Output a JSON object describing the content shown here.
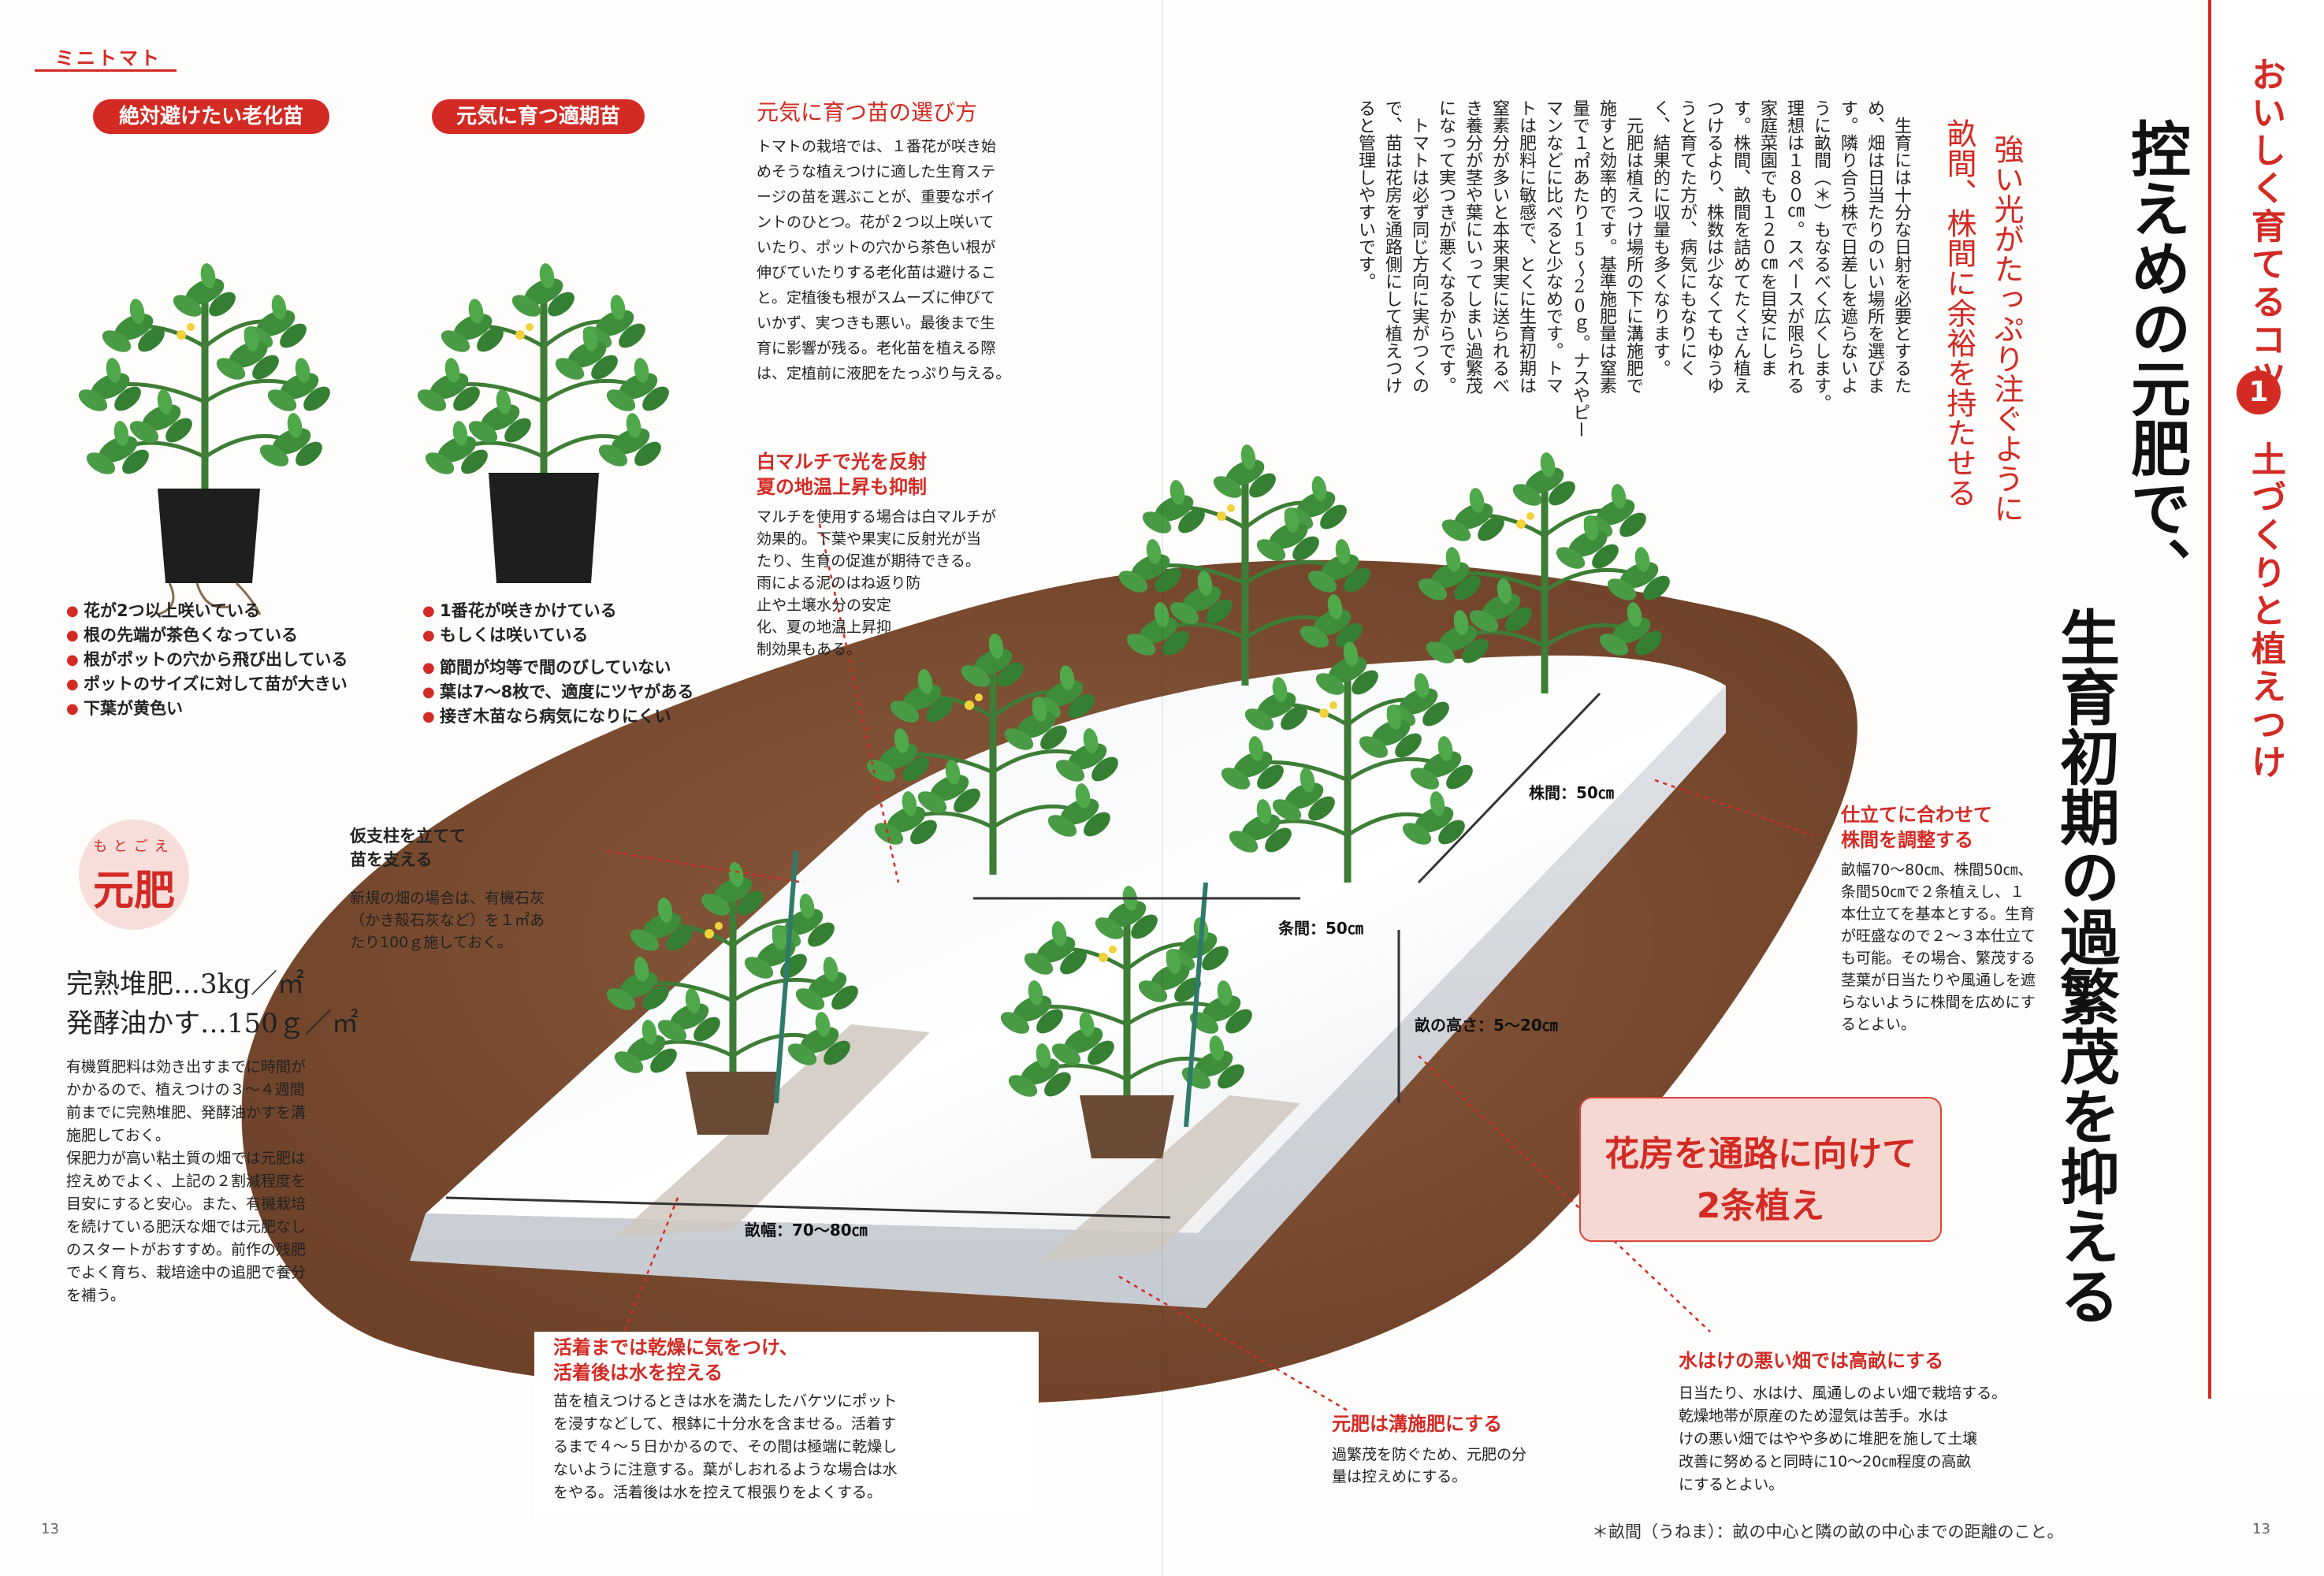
{
  "header": {
    "section_label": "ミニトマト"
  },
  "seedlings": {
    "bad_title": "絶対避けたい老化苗",
    "good_title": "元気に育つ適期苗",
    "bad_points": [
      "花が2つ以上咲いている",
      "根の先端が茶色くなっている",
      "根がポットの穴から飛び出している",
      "ポットのサイズに対して苗が大きい",
      "下葉が黄色い"
    ],
    "good_points": [
      "1番花が咲きかけている",
      "もしくは咲いている",
      "節間が均等で間のびしていない",
      "葉は7〜8枚で、適度にツヤがある",
      "接ぎ木苗なら病気になりにくい"
    ]
  },
  "choose": {
    "title": "元気に育つ苗の選び方",
    "lines": [
      "トマトの栽培では、１番花が咲き始",
      "めそうな植えつけに適した生育ステ",
      "ージの苗を選ぶことが、重要なポイ",
      "ントのひとつ。花が２つ以上咲いて",
      "いたり、ポットの穴から茶色い根が",
      "伸びていたりする老化苗は避けるこ",
      "と。定植後も根がスムーズに伸びて",
      "いかず、実つきも悪い。最後まで生",
      "育に影響が残る。老化苗を植える際",
      "は、定植前に液肥をたっぷり与える。"
    ]
  },
  "motogoe": {
    "ruby": "もとごえ",
    "title": "元肥",
    "amount1": "完熟堆肥…3kg／㎡",
    "amount2": "発酵油かす…150ｇ／㎡",
    "lines": [
      "有機質肥料は効き出すまでに時間が",
      "かかるので、植えつけの３〜４週間",
      "前までに完熟堆肥、発酵油かすを溝",
      "施肥しておく。",
      "保肥力が高い粘土質の畑では元肥は",
      "控えめでよく、上記の２割減程度を",
      "目安にすると安心。また、有機栽培",
      "を続けている肥沃な畑では元肥なし",
      "のスタートがおすすめ。前作の残肥",
      "でよく育ち、栽培途中の追肥で養分",
      "を補う。"
    ]
  },
  "support": {
    "title_lines": [
      "仮支柱を立てて",
      "苗を支える"
    ],
    "lines": [
      "新規の畑の場合は、有機石灰",
      "（かき殻石灰など）を１㎡あ",
      "たり100ｇ施しておく。"
    ]
  },
  "mulch": {
    "title_lines": [
      "白マルチで光を反射",
      "夏の地温上昇も抑制"
    ],
    "lines": [
      "マルチを使用する場合は白マルチが",
      "効果的。下葉や果実に反射光が当",
      "たり、生育の促進が期待できる。",
      "雨による泥のはね返り防",
      "止や土壌水分の安定",
      "化、夏の地温上昇抑",
      "制効果もある。"
    ]
  },
  "measurements": {
    "plant_spacing": "株間：50㎝",
    "row_spacing": "条間：50㎝",
    "ridge_height": "畝の高さ：5〜20㎝",
    "ridge_width": "畝幅：70〜80㎝"
  },
  "training": {
    "title_lines": [
      "仕立てに合わせて",
      "株間を調整する"
    ],
    "lines": [
      "畝幅70〜80㎝、株間50㎝、",
      "条間50㎝で２条植えし、１",
      "本仕立てを基本とする。生育",
      "が旺盛なので２〜３本仕立て",
      "も可能。その場合、繁茂する",
      "茎葉が日当たりや風通しを遮",
      "らないように株間を広めにす",
      "るとよい。"
    ]
  },
  "callout": {
    "line1": "花房を通路に向けて",
    "line2": "2条植え"
  },
  "watering": {
    "title_lines": [
      "活着までは乾燥に気をつけ、",
      "活着後は水を控える"
    ],
    "lines": [
      "苗を植えつけるときは水を満たしたバケツにポット",
      "を浸すなどして、根鉢に十分水を含ませる。活着す",
      "るまで４〜５日かかるので、その間は極端に乾燥し",
      "ないように注意する。葉がしおれるような場合は水",
      "をやる。活着後は水を控えて根張りをよくする。"
    ]
  },
  "trench": {
    "title": "元肥は溝施肥にする",
    "lines": [
      "過繁茂を防ぐため、元肥の分",
      "量は控えめにする。"
    ]
  },
  "drainage": {
    "title": "水はけの悪い畑では高畝にする",
    "lines": [
      "日当たり、水はけ、風通しのよい畑で栽培する。",
      "乾燥地帯が原産のため湿気は苦手。水は",
      "けの悪い畑ではやや多めに堆肥を施して土壌",
      "改善に努めると同時に10〜20㎝程度の高畝",
      "にするとよい。"
    ]
  },
  "right": {
    "tip_label": "おいしく育てるコツ",
    "tip_num": "1",
    "tip_title": "土づくりと植えつけ",
    "main_title_1": "控えめの元肥で、",
    "main_title_2": "生育初期の過繁茂を抑える",
    "sub_1": "強い光がたっぷり注ぐように",
    "sub_2": "畝間、株間に余裕を持たせる",
    "columns": [
      "　生育には十分な日射を必要とするた",
      "め、畑は日当たりのいい場所を選びま",
      "す。隣り合う株で日差しを遮らないよ",
      "うに畝間（＊）もなるべく広くします。",
      "理想は１８０㎝。スペースが限られる",
      "家庭菜園でも１２０㎝を目安にしま",
      "す。株間、畝間を詰めてたくさん植え",
      "つけるより、株数は少なくてもゆうゆ",
      "うと育てた方が、病気にもなりにく",
      "く、結果的に収量も多くなります。",
      "　元肥は植えつけ場所の下に溝施肥で",
      "施すと効率的です。基準施肥量は窒素",
      "量で１㎡あたり15〜20ｇ。ナスやピー",
      "マンなどに比べると少なめです。トマ",
      "トは肥料に敏感で、とくに生育初期は",
      "窒素分が多いと本来果実に送られるべ",
      "き養分が茎や葉にいってしまい過繁茂",
      "になって実つきが悪くなるからです。",
      "　トマトは必ず同じ方向に実がつくの",
      "で、苗は花房を通路側にして植えつけ",
      "ると管理しやすいです。"
    ]
  },
  "footer": {
    "page_left": "13",
    "page_right": "13",
    "footnote": "＊畝間（うねま）：畝の中心と隣の畝の中心までの距離のこと。"
  }
}
